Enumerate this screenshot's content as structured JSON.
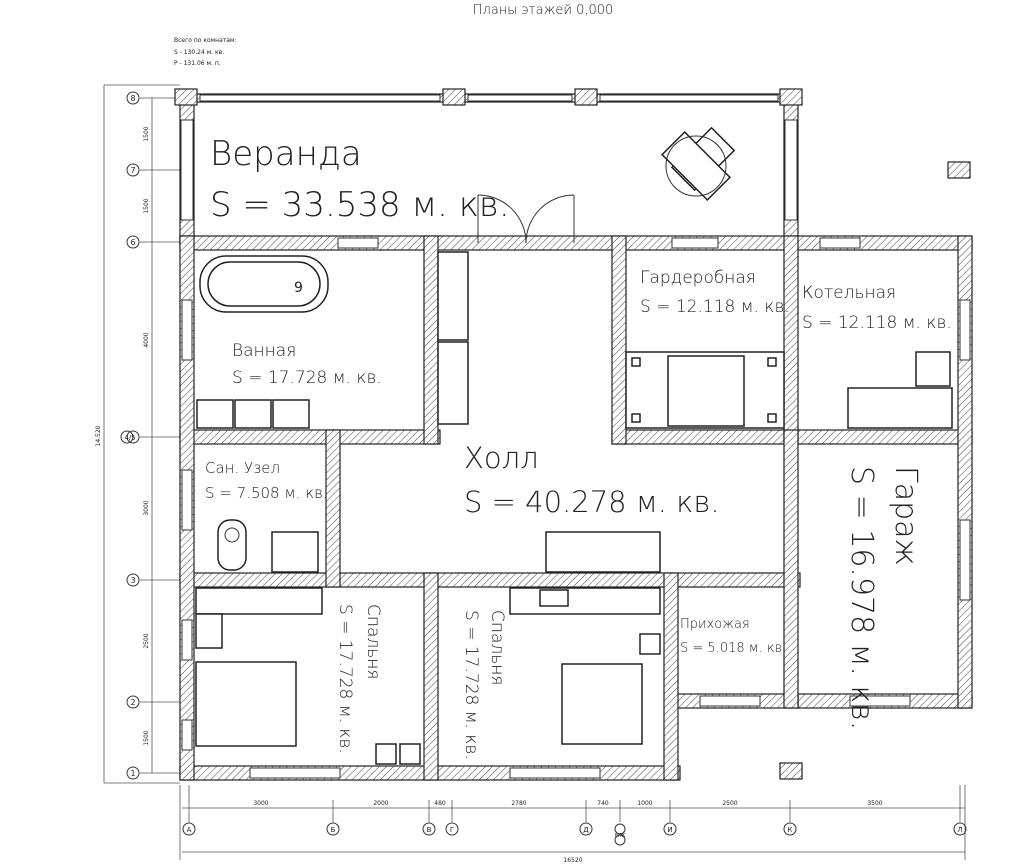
{
  "title": "Планы этажей 0,000",
  "summary": {
    "header": "Всего по комнатам:",
    "area_line": "S  -  130.24 м. кв.",
    "perimeter_line": "P  -  131.06 м. п."
  },
  "rooms": {
    "veranda": {
      "name": "Веранда",
      "area": "S = 33.538 м. кв."
    },
    "bath": {
      "name": "Ванная",
      "area": "S = 17.728 м. кв."
    },
    "wardrobe": {
      "name": "Гардеробная",
      "area": "S = 12.118 м. кв."
    },
    "boiler": {
      "name": "Котельная",
      "area": "S = 12.118 м. кв."
    },
    "wc": {
      "name": "Сан. Узел",
      "area": "S = 7.508 м. кв."
    },
    "hall": {
      "name": "Холл",
      "area": "S = 40.278 м. кв."
    },
    "garage": {
      "name": "Гараж",
      "area": "S = 16.978 м. кв."
    },
    "bedroom1": {
      "name": "Спальня",
      "area": "S = 17.728 м. кв."
    },
    "bedroom2": {
      "name": "Спальня",
      "area": "S = 17.728 м. кв."
    },
    "entry": {
      "name": "Прихожая",
      "area": "S = 5.018 м. кв."
    }
  },
  "bath_number": "9",
  "row_axes": [
    "8",
    "7",
    "6",
    "4/5",
    "3",
    "2",
    "1"
  ],
  "row_dims": [
    "1500",
    "1500",
    "4000",
    "3000",
    "2500",
    "1500"
  ],
  "total_height": "14.520",
  "col_axes": [
    "А",
    "Б",
    "В",
    "Г",
    "Д",
    "Е/Ж",
    "И",
    "К",
    "Л"
  ],
  "col_dims": [
    "3000",
    "2000",
    "480",
    "2780",
    "740",
    "1000",
    "2500",
    "3500"
  ],
  "total_width": "16520"
}
